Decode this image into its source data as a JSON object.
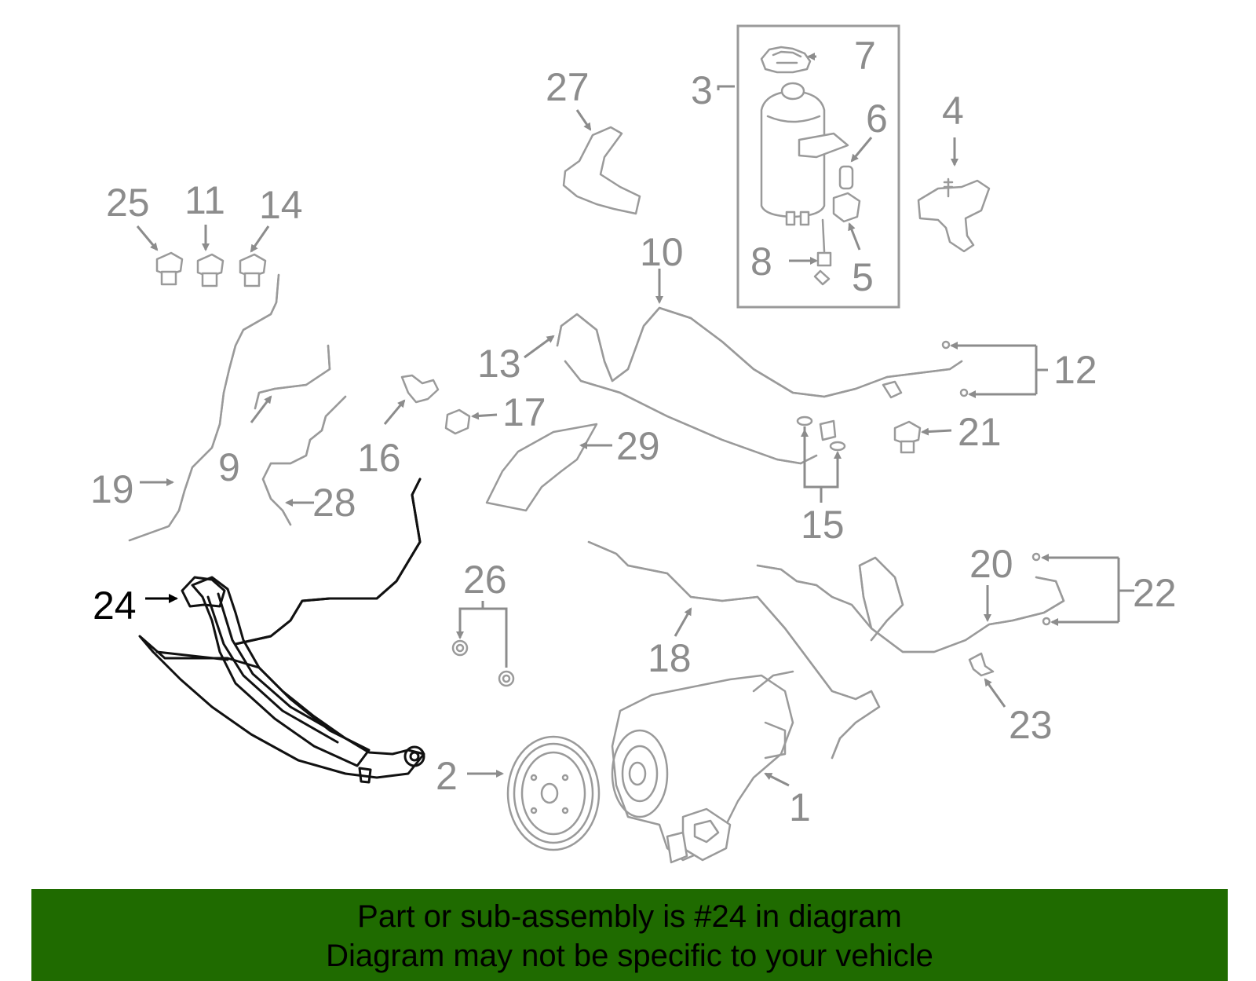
{
  "colors": {
    "highlight": "#2a7a00",
    "banner": "#1f6b00",
    "parts": "#9a9a9a",
    "labels": "#8c8c8c"
  },
  "highlighted_part": "24",
  "labels": {
    "p1": "1",
    "p2": "2",
    "p3": "3",
    "p4": "4",
    "p5": "5",
    "p6": "6",
    "p7": "7",
    "p8": "8",
    "p9": "9",
    "p10": "10",
    "p11": "11",
    "p12": "12",
    "p13": "13",
    "p14": "14",
    "p15": "15",
    "p16": "16",
    "p17": "17",
    "p18": "18",
    "p19": "19",
    "p20": "20",
    "p21": "21",
    "p22": "22",
    "p23": "23",
    "p24": "24",
    "p25": "25",
    "p26": "26",
    "p27": "27",
    "p28": "28",
    "p29": "29"
  },
  "banner": {
    "line1": "Part or sub-assembly is #24 in diagram",
    "line2": "Diagram may not be specific to your vehicle"
  }
}
